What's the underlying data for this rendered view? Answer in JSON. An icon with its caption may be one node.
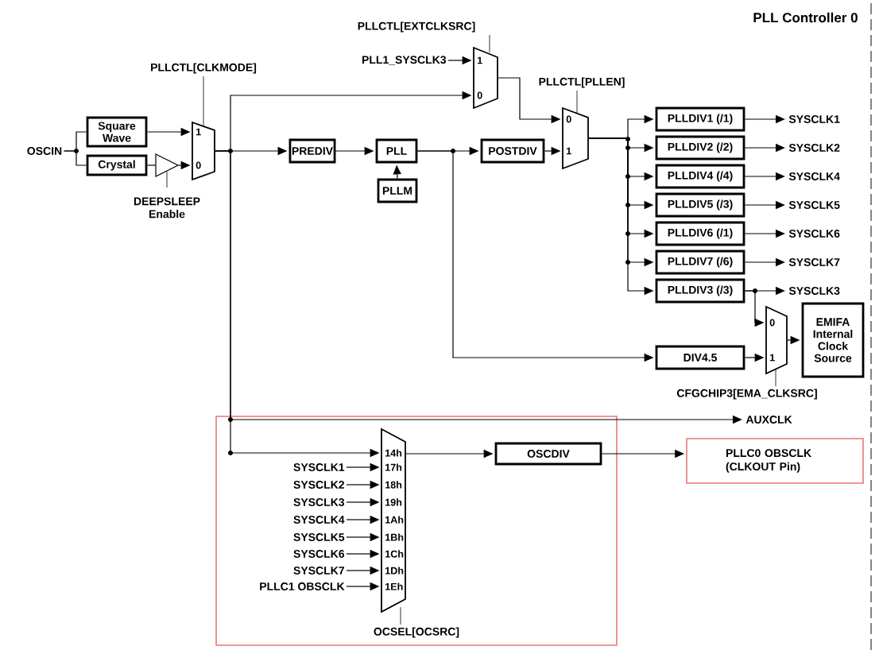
{
  "diagram": {
    "title": "PLL Controller 0",
    "nodes": [
      {
        "text": [
          "OSCIN"
        ]
      },
      {
        "text": [
          "Square Wave"
        ]
      },
      {
        "text": [
          "Crystal"
        ]
      },
      {
        "text": [],
        "shape": "triangle",
        "beside": [
          "DEEPSLEEP Enable"
        ]
      },
      {
        "text": [
          "1",
          "0"
        ],
        "beside": [
          "PLLCTL[CLKMODE]"
        ]
      },
      {
        "text": [
          "PREDIV"
        ]
      },
      {
        "text": [
          "PLL"
        ]
      },
      {
        "text": [
          "PLLM"
        ]
      },
      {
        "text": [
          "POSTDIV"
        ]
      },
      {
        "text": [
          "PLL1_SYSCLK3"
        ]
      },
      {
        "text": [
          "1",
          "0"
        ],
        "beside": [
          "PLLCTL[EXTCLKSRC]"
        ]
      },
      {
        "text": [
          "0",
          "1"
        ],
        "beside": [
          "PLLCTL[PLLEN]"
        ]
      },
      {
        "text": [
          "PLLDIV1 (/1)"
        ]
      },
      {
        "text": [
          "PLLDIV2 (/2)"
        ]
      },
      {
        "text": [
          "PLLDIV4 (/4)"
        ]
      },
      {
        "text": [
          "PLLDIV5 (/3)"
        ]
      },
      {
        "text": [
          "PLLDIV6 (/1)"
        ]
      },
      {
        "text": [
          "PLLDIV7 (/6)"
        ]
      },
      {
        "text": [
          "PLLDIV3 (/3)"
        ]
      },
      {
        "text": [
          "SYSCLK1"
        ]
      },
      {
        "text": [
          "SYSCLK2"
        ]
      },
      {
        "text": [
          "SYSCLK4"
        ]
      },
      {
        "text": [
          "SYSCLK5"
        ]
      },
      {
        "text": [
          "SYSCLK6"
        ]
      },
      {
        "text": [
          "SYSCLK7"
        ]
      },
      {
        "text": [
          "SYSCLK3"
        ]
      },
      {
        "text": [
          "DIV4.5"
        ]
      },
      {
        "text": [
          "0",
          "1"
        ],
        "beside": [
          "CFGCHIP3[EMA_CLKSRC]"
        ]
      },
      {
        "text": [
          "EMIFA Internal Clock Source"
        ]
      },
      {
        "text": [
          "AUXCLK"
        ]
      },
      {
        "text": [],
        "shape": "box"
      },
      {
        "text": [
          "14h",
          "17h",
          "18h",
          "19h",
          "1Ah",
          "1Bh",
          "1Ch",
          "1Dh",
          "1Eh"
        ],
        "beside": [
          "OCSEL[OCSRC]"
        ],
        "in": 30
      },
      {
        "text": [
          "SYSCLK1"
        ],
        "in": 30
      },
      {
        "text": [
          "SYSCLK2"
        ],
        "in": 30
      },
      {
        "text": [
          "SYSCLK3"
        ],
        "in": 30
      },
      {
        "text": [
          "SYSCLK4"
        ],
        "in": 30
      },
      {
        "text": [
          "SYSCLK5"
        ],
        "in": 30
      },
      {
        "text": [
          "SYSCLK6"
        ],
        "in": 30
      },
      {
        "text": [
          "SYSCLK7"
        ],
        "in": 30
      },
      {
        "text": [
          "PLLC1 OBSCLK"
        ],
        "in": 30
      },
      {
        "text": [
          "OSCDIV"
        ],
        "in": 30
      },
      {
        "text": [
          "PLLC0 OBSCLK (CLKOUT Pin)"
        ]
      }
    ],
    "edges": [
      {
        "from": 0,
        "to": 1,
        "arrow": "none"
      },
      {
        "from": 0,
        "to": 2,
        "arrow": "none"
      },
      {
        "from": 1,
        "to": 4,
        "arrow": "to"
      },
      {
        "from": 2,
        "to": 3,
        "arrow": "none"
      },
      {
        "from": 3,
        "to": 4,
        "arrow": "to"
      },
      {
        "from": 4,
        "to": 5,
        "arrow": "to"
      },
      {
        "from": 4,
        "to": 10,
        "arrow": "to"
      },
      {
        "from": 4,
        "to": 29,
        "arrow": "to"
      },
      {
        "from": 4,
        "to": 31,
        "arrow": "to"
      },
      {
        "from": 5,
        "to": 6,
        "arrow": "to"
      },
      {
        "from": 7,
        "to": 6,
        "arrow": "to"
      },
      {
        "from": 6,
        "to": 8,
        "arrow": "to"
      },
      {
        "from": 6,
        "to": 26,
        "arrow": "to"
      },
      {
        "from": 9,
        "to": 10,
        "arrow": "to"
      },
      {
        "from": 10,
        "to": 11,
        "arrow": "to"
      },
      {
        "from": 8,
        "to": 11,
        "arrow": "to"
      },
      {
        "from": 11,
        "to": 12,
        "arrow": "to"
      },
      {
        "from": 11,
        "to": 13,
        "arrow": "to"
      },
      {
        "from": 11,
        "to": 14,
        "arrow": "to"
      },
      {
        "from": 11,
        "to": 15,
        "arrow": "to"
      },
      {
        "from": 11,
        "to": 16,
        "arrow": "to"
      },
      {
        "from": 11,
        "to": 17,
        "arrow": "to"
      },
      {
        "from": 11,
        "to": 18,
        "arrow": "to"
      },
      {
        "from": 12,
        "to": 19,
        "arrow": "to"
      },
      {
        "from": 13,
        "to": 20,
        "arrow": "to"
      },
      {
        "from": 14,
        "to": 21,
        "arrow": "to"
      },
      {
        "from": 15,
        "to": 22,
        "arrow": "to"
      },
      {
        "from": 16,
        "to": 23,
        "arrow": "to"
      },
      {
        "from": 17,
        "to": 24,
        "arrow": "to"
      },
      {
        "from": 18,
        "to": 25,
        "arrow": "to"
      },
      {
        "from": 18,
        "to": 27,
        "arrow": "to"
      },
      {
        "from": 26,
        "to": 27,
        "arrow": "to"
      },
      {
        "from": 27,
        "to": 28,
        "arrow": "to"
      },
      {
        "from": 32,
        "to": 31,
        "arrow": "to"
      },
      {
        "from": 33,
        "to": 31,
        "arrow": "to"
      },
      {
        "from": 34,
        "to": 31,
        "arrow": "to"
      },
      {
        "from": 35,
        "to": 31,
        "arrow": "to"
      },
      {
        "from": 36,
        "to": 31,
        "arrow": "to"
      },
      {
        "from": 37,
        "to": 31,
        "arrow": "to"
      },
      {
        "from": 38,
        "to": 31,
        "arrow": "to"
      },
      {
        "from": 39,
        "to": 31,
        "arrow": "to"
      },
      {
        "from": 31,
        "to": 40,
        "arrow": "to"
      },
      {
        "from": 40,
        "to": 41,
        "arrow": "to"
      }
    ]
  }
}
